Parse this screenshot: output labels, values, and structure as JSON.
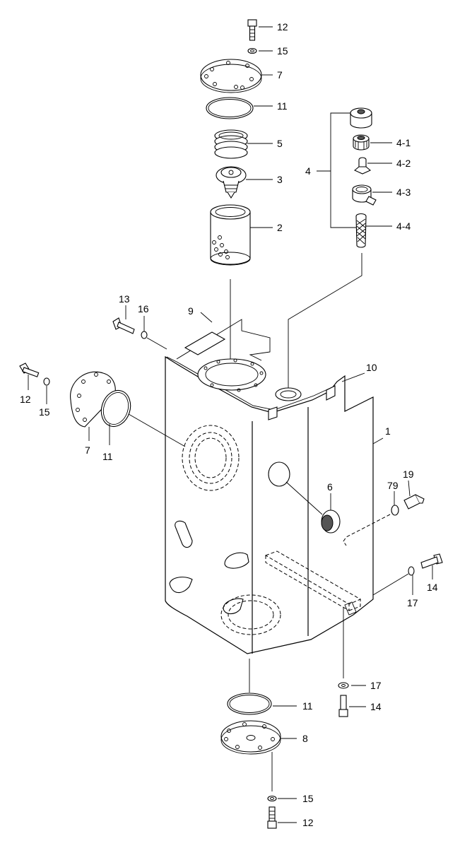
{
  "callouts": [
    {
      "id": "c12a",
      "text": "12"
    },
    {
      "id": "c15a",
      "text": "15"
    },
    {
      "id": "c7a",
      "text": "7"
    },
    {
      "id": "c11a",
      "text": "11"
    },
    {
      "id": "c5",
      "text": "5"
    },
    {
      "id": "c3",
      "text": "3"
    },
    {
      "id": "c2",
      "text": "2"
    },
    {
      "id": "c4",
      "text": "4"
    },
    {
      "id": "c41",
      "text": "4-1"
    },
    {
      "id": "c42",
      "text": "4-2"
    },
    {
      "id": "c43",
      "text": "4-3"
    },
    {
      "id": "c44",
      "text": "4-4"
    },
    {
      "id": "c13",
      "text": "13"
    },
    {
      "id": "c16",
      "text": "16"
    },
    {
      "id": "c9",
      "text": "9"
    },
    {
      "id": "c10",
      "text": "10"
    },
    {
      "id": "c12b",
      "text": "12"
    },
    {
      "id": "c15b",
      "text": "15"
    },
    {
      "id": "c7b",
      "text": "7"
    },
    {
      "id": "c11b",
      "text": "11"
    },
    {
      "id": "c1",
      "text": "1"
    },
    {
      "id": "c6",
      "text": "6"
    },
    {
      "id": "c79",
      "text": "79"
    },
    {
      "id": "c19",
      "text": "19"
    },
    {
      "id": "c14a",
      "text": "14"
    },
    {
      "id": "c17a",
      "text": "17"
    },
    {
      "id": "c17b",
      "text": "17"
    },
    {
      "id": "c14b",
      "text": "14"
    },
    {
      "id": "c11c",
      "text": "11"
    },
    {
      "id": "c8",
      "text": "8"
    },
    {
      "id": "c15c",
      "text": "15"
    },
    {
      "id": "c12c",
      "text": "12"
    }
  ]
}
